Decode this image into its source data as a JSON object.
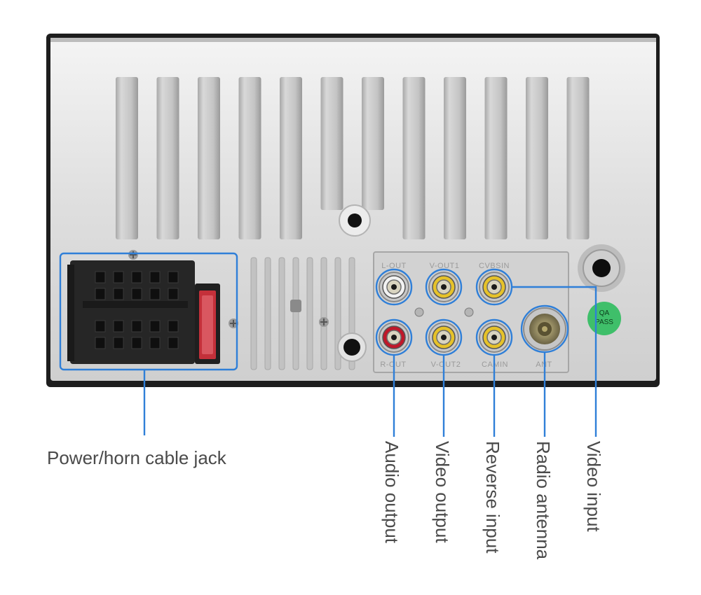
{
  "panel": {
    "port_labels": {
      "l_out": "L-OUT",
      "v_out1": "V-OUT1",
      "cvbs_in": "CVBSIN",
      "r_out": "R-OUT",
      "v_out2": "V-OUT2",
      "cam_in": "CAMIN",
      "ant": "ANT"
    },
    "qa_badge": {
      "line1": "QA",
      "line2": "PASS"
    }
  },
  "callouts": {
    "power": "Power/horn cable jack",
    "audio": "Audio output",
    "video_out": "Video output",
    "reverse": "Reverse input",
    "antenna": "Radio antenna",
    "video_in": "Video input"
  },
  "colors": {
    "accent": "#2f7fd8",
    "panel": "#dcdcdc",
    "connector": "#2a2a2a",
    "rca_yellow": "#e6c229",
    "rca_red": "#c0182a",
    "rca_white": "#f2f2f2",
    "qa_green": "#3fbf6a"
  }
}
